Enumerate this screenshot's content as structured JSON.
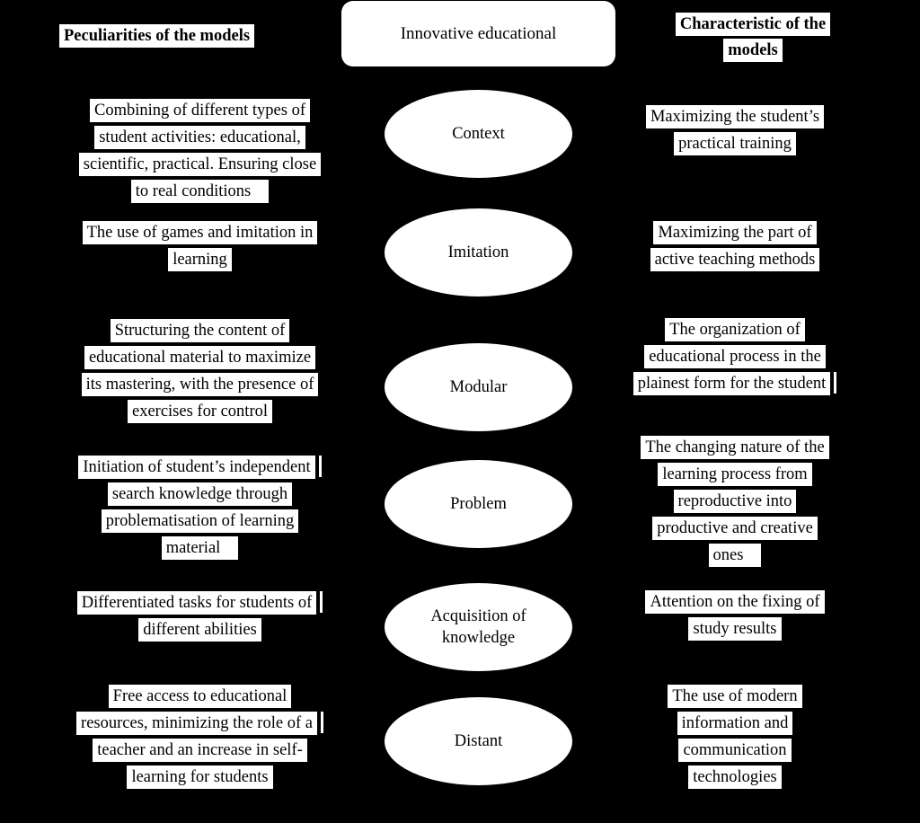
{
  "title_header": {
    "left": "Peculiarities of the models",
    "center": "Innovative educational",
    "right_lines": [
      "Characteristic of the",
      "models"
    ]
  },
  "colors": {
    "background": "#000000",
    "panel": "#ffffff",
    "text": "#000000"
  },
  "rows": [
    {
      "model": "Context",
      "ellipse_lines": [
        "Context"
      ],
      "peculiarities": [
        {
          "text": "Combining of different types of"
        },
        {
          "text": "student activities: educational,"
        },
        {
          "text": "scientific, practical. Ensuring close"
        },
        {
          "text": "to real conditions",
          "underline": true
        }
      ],
      "characteristics": [
        {
          "text": "Maximizing the student’s"
        },
        {
          "text": "practical training"
        }
      ]
    },
    {
      "model": "Imitation",
      "ellipse_lines": [
        "Imitation"
      ],
      "peculiarities": [
        {
          "text": "The use of games and imitation in"
        },
        {
          "text": "learning"
        }
      ],
      "characteristics": [
        {
          "text": "Maximizing the part of"
        },
        {
          "text": "active teaching methods"
        }
      ]
    },
    {
      "model": "Modular",
      "ellipse_lines": [
        "Modular"
      ],
      "peculiarities": [
        {
          "text": "Structuring the content of"
        },
        {
          "text": "educational material to maximize"
        },
        {
          "text": "its mastering, with the presence of"
        },
        {
          "text": "exercises for control"
        }
      ],
      "characteristics": [
        {
          "text": "The organization of"
        },
        {
          "text": "educational process in the"
        },
        {
          "text": "plainest form for the student",
          "tick": true
        }
      ]
    },
    {
      "model": "Problem",
      "ellipse_lines": [
        "Problem"
      ],
      "peculiarities": [
        {
          "text": "Initiation of student’s independent",
          "tick": true
        },
        {
          "text": "search knowledge through"
        },
        {
          "text": "problematisation of learning"
        },
        {
          "text": "material",
          "underline": true
        }
      ],
      "characteristics": [
        {
          "text": "The changing nature of the"
        },
        {
          "text": "learning process from"
        },
        {
          "text": "reproductive into"
        },
        {
          "text": "productive and creative"
        },
        {
          "text": "ones",
          "underline": true
        }
      ]
    },
    {
      "model": "Acquisition of knowledge",
      "ellipse_lines": [
        "Acquisition of",
        "knowledge"
      ],
      "peculiarities": [
        {
          "text": "Differentiated tasks for students of",
          "tick": true
        },
        {
          "text": "different abilities"
        }
      ],
      "characteristics": [
        {
          "text": "Attention on the fixing of"
        },
        {
          "text": "study results"
        }
      ]
    },
    {
      "model": "Distant",
      "ellipse_lines": [
        "Distant"
      ],
      "peculiarities": [
        {
          "text": "Free access to educational"
        },
        {
          "text": "resources, minimizing the role of a",
          "tick": true
        },
        {
          "text": "teacher and an increase in self-"
        },
        {
          "text": "learning for students"
        }
      ],
      "characteristics": [
        {
          "text": "The use of modern"
        },
        {
          "text": "information and"
        },
        {
          "text": "communication"
        },
        {
          "text": "technologies"
        }
      ]
    }
  ]
}
